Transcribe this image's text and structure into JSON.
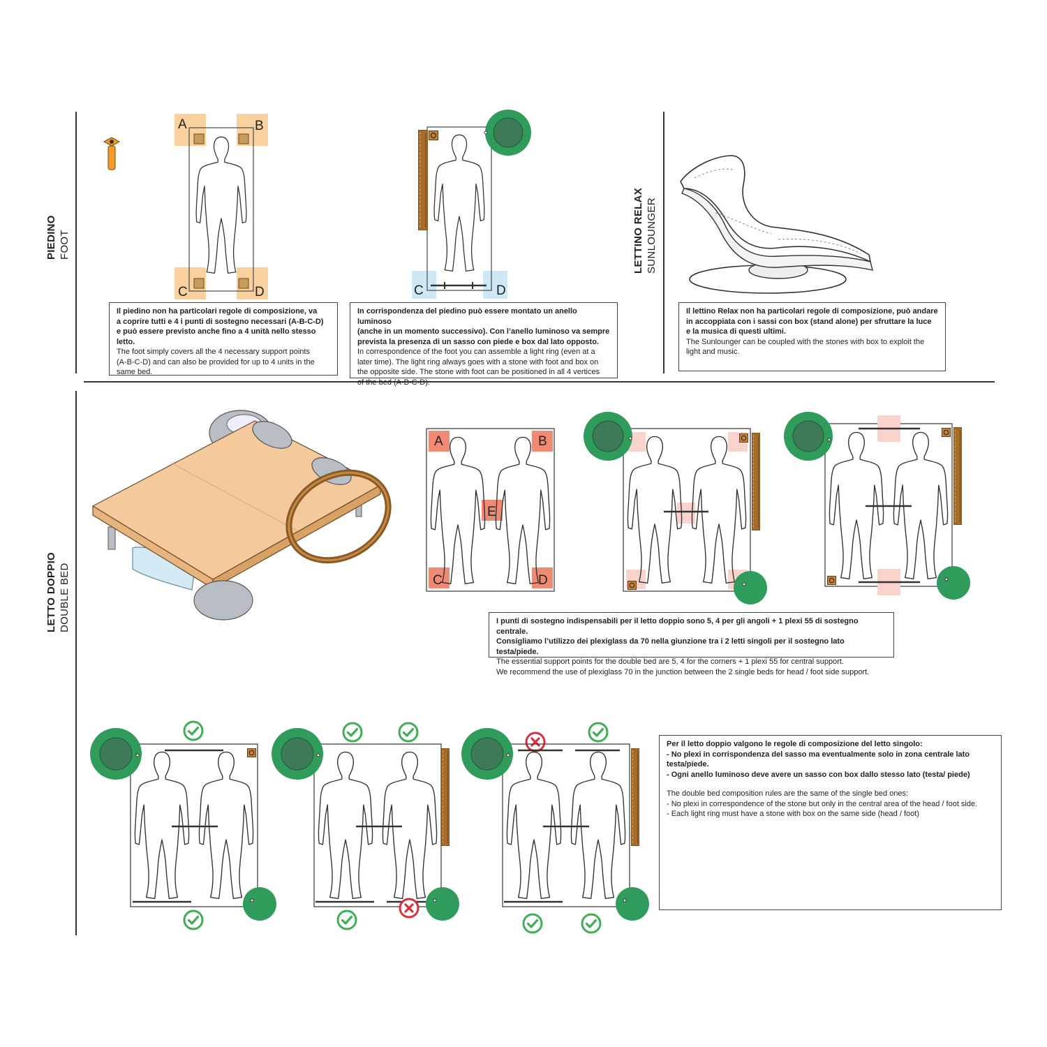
{
  "sections": {
    "foot": {
      "title_it": "PIEDINO",
      "title_en": "FOOT"
    },
    "sunlounger": {
      "title_it": "LETTINO RELAX",
      "title_en": "SUNLOUNGER"
    },
    "double_bed": {
      "title_it": "LETTO DOPPIO",
      "title_en": "DOUBLE BED"
    }
  },
  "labels": {
    "a": "A",
    "b": "B",
    "c": "C",
    "d": "D",
    "e": "E"
  },
  "colors": {
    "orange_pad": "#f7c98d",
    "blue_pad": "#cfe8f5",
    "red_pad": "#f08a74",
    "pink_pad": "#f9d3cc",
    "green_ring": "#2f9c5c",
    "green_ring_inner": "#3d7a58",
    "check_green": "#3fae55",
    "cross_red": "#d9303a",
    "wood": "#a56c2a"
  },
  "texts": {
    "foot_box": {
      "it": [
        "Il piedino non ha particolari regole di composizione, va",
        "a coprire tutti e 4 i punti di sostegno necessari (A-B-C-D)",
        "e può essere previsto anche fino a 4 unità nello stesso letto."
      ],
      "en": [
        "The foot simply covers all the 4 necessary support points",
        "(A-B-C-D) and can also be provided for up to 4 units in the",
        "same bed."
      ]
    },
    "ring_box": {
      "it": [
        "In corrispondenza del piedino può essere montato un anello luminoso",
        "(anche in un momento successivo). Con l’anello luminoso va sempre",
        "prevista la presenza di un sasso con piede e box dal lato opposto."
      ],
      "en": [
        "In correspondence of the foot you can assemble a light ring (even at a",
        "later time). The light ring always goes with a stone with foot and box on",
        "the opposite side. The stone with foot can be positioned in all 4 vertices",
        "of the bed (A-B-C-D)."
      ]
    },
    "relax_box": {
      "it": [
        "Il lettino Relax non ha particolari regole di composizione, può andare",
        "in accoppiata con i sassi con box (stand alone) per sfruttare la luce",
        "e la musica di questi ultimi."
      ],
      "en": [
        "The Sunlounger can be coupled with the stones with box to exploit the",
        "light and music."
      ]
    },
    "double_box": {
      "it": [
        "I punti di sostegno  indispensabili per il letto doppio sono 5, 4 per gli angoli + 1 plexi 55 di sostegno centrale.",
        "Consigliamo l’utilizzo dei plexiglass  da 70  nella giunzione tra i 2 letti singoli per il sostegno lato testa/piede."
      ],
      "en": [
        "The essential support points for the double bed are 5, 4 for the corners + 1 plexi 55 for central support.",
        "We recommend the use of plexiglass 70 in the junction between the 2 single beds for head / foot side support."
      ]
    },
    "rules_box": {
      "it": [
        "Per il letto doppio valgono le regole di composizione del letto singolo:",
        "- No plexi in corrispondenza del sasso ma eventualmente solo in zona centrale lato testa/piede.",
        "- Ogni anello luminoso deve avere un sasso con box dallo stesso lato (testa/ piede)"
      ],
      "en": [
        "The double bed composition rules are the same of the single bed ones:",
        "- No plexi in correspondence of the stone but only in the central area of the head / foot side.",
        "- Each light ring must have a stone with box on the same side (head / foot)"
      ]
    }
  }
}
